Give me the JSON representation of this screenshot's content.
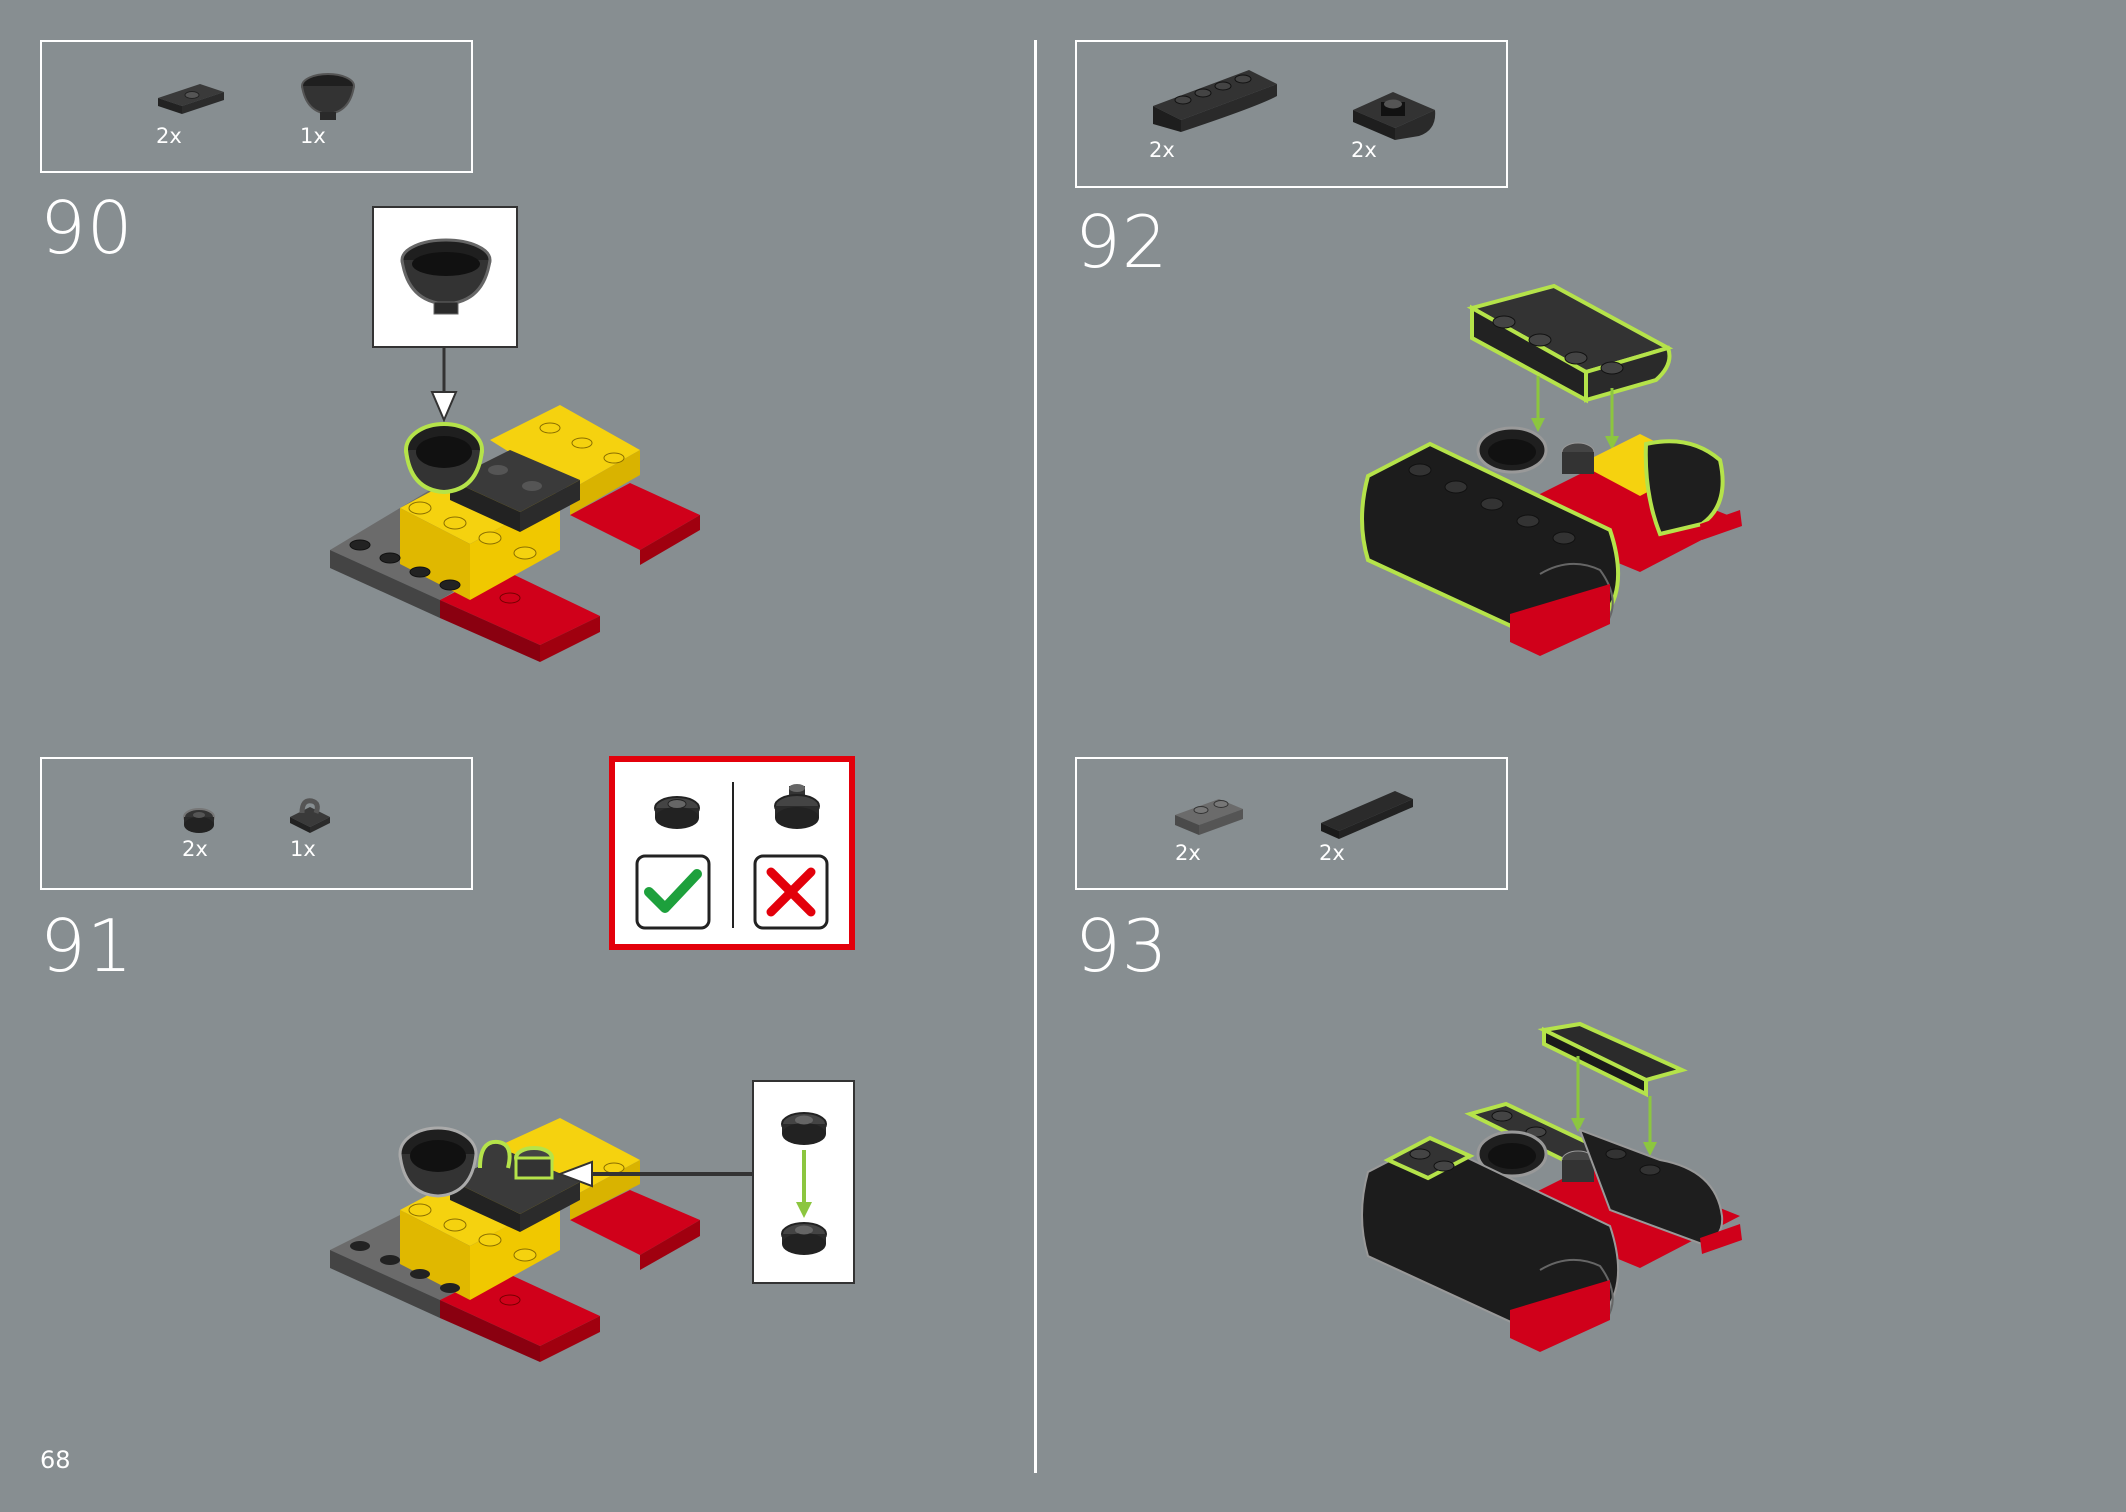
{
  "page_number": "68",
  "colors": {
    "background": "#878e91",
    "highlight": "#b5e34a",
    "yellow": "#f5d20f",
    "red": "#d0001a",
    "dark": "#2b2b2b",
    "grey": "#6b6b6b",
    "compare_border": "#e3000b",
    "check_green": "#1da03c",
    "cross_red": "#e3000b"
  },
  "steps": [
    {
      "number": "90",
      "parts": [
        {
          "qty": "2x",
          "icon": "jumper-plate-icon"
        },
        {
          "qty": "1x",
          "icon": "dish-bowl-icon"
        }
      ]
    },
    {
      "number": "91",
      "parts": [
        {
          "qty": "2x",
          "icon": "round-plate-icon"
        },
        {
          "qty": "1x",
          "icon": "clip-plate-icon"
        }
      ]
    },
    {
      "number": "92",
      "parts": [
        {
          "qty": "2x",
          "icon": "curved-slope-icon"
        },
        {
          "qty": "2x",
          "icon": "curved-brick-icon"
        }
      ]
    },
    {
      "number": "93",
      "parts": [
        {
          "qty": "2x",
          "icon": "plate-1x2-icon"
        },
        {
          "qty": "2x",
          "icon": "tile-1x4-icon"
        }
      ]
    }
  ],
  "compare_panel": {
    "correct_icon": "checkmark-icon",
    "wrong_icon": "cross-icon"
  }
}
